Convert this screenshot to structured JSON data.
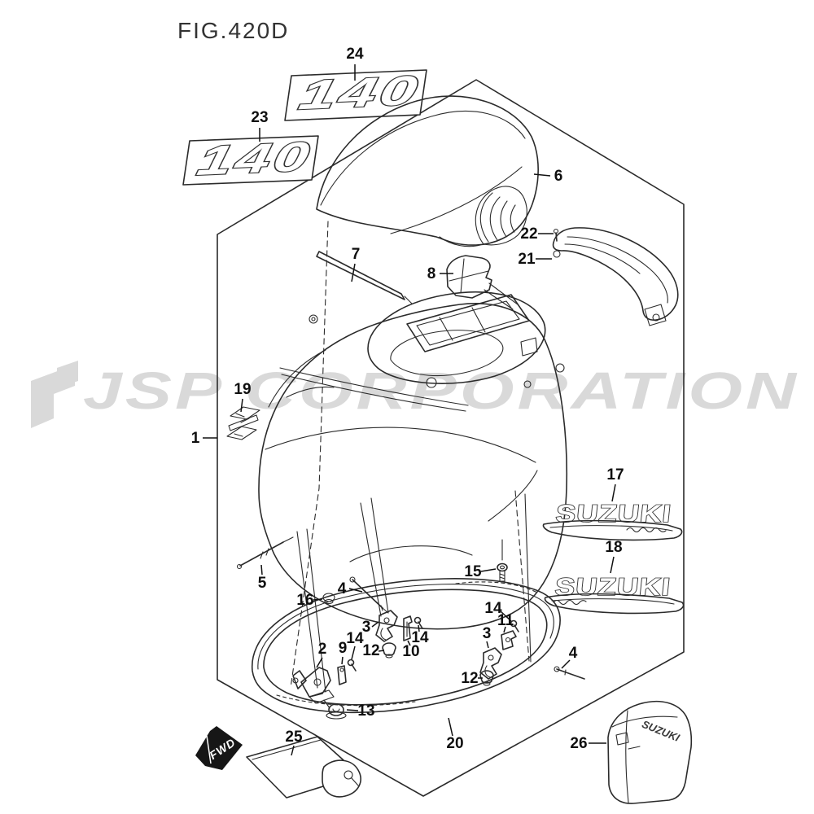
{
  "figure": {
    "title": "FIG.420D"
  },
  "watermark": {
    "text": "JSP CORPORATION"
  },
  "decals": {
    "model_number": "140",
    "brand_wordmark": "SUZUKI"
  },
  "annotations": {
    "fwd": "FWD"
  },
  "colors": {
    "line": "#2b2b2b",
    "label": "#0f0f0f",
    "watermark": "#d9d9d9",
    "background": "#ffffff",
    "fwd_arrow": "#161616",
    "fwd_text": "#ffffff"
  },
  "callouts": [
    "24",
    "23",
    "6",
    "22",
    "21",
    "7",
    "8",
    "1",
    "19",
    "17",
    "18",
    "5",
    "16",
    "4",
    "15",
    "14",
    "11",
    "3",
    "12",
    "4",
    "14",
    "10",
    "3",
    "12",
    "2",
    "9",
    "14",
    "13",
    "25",
    "20",
    "26"
  ]
}
